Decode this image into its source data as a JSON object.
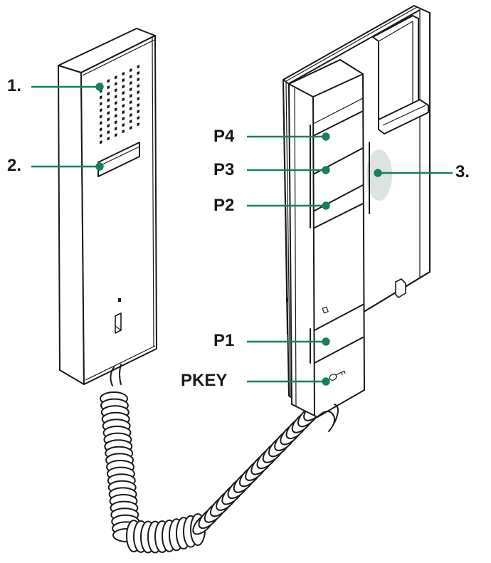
{
  "figure": {
    "subject": "Intercom handset and wall unit",
    "colors": {
      "leader": "#17805a",
      "highlight": "#dde3df",
      "ink": "#1a1a1a"
    }
  },
  "callouts": [
    {
      "id": "1",
      "label": "1.",
      "target": "handset-speaker-grille"
    },
    {
      "id": "2",
      "label": "2.",
      "target": "handset-microphone-slot"
    },
    {
      "id": "3",
      "label": "3.",
      "target": "base-indicator-area"
    },
    {
      "id": "P4",
      "label": "P4",
      "target": "button-p4"
    },
    {
      "id": "P3",
      "label": "P3",
      "target": "button-p3"
    },
    {
      "id": "P2",
      "label": "P2",
      "target": "button-p2"
    },
    {
      "id": "P1",
      "label": "P1",
      "target": "button-p1"
    },
    {
      "id": "PKEY",
      "label": "PKEY",
      "target": "button-door-key"
    }
  ],
  "icons": {
    "key_button_icon": "key-icon"
  }
}
